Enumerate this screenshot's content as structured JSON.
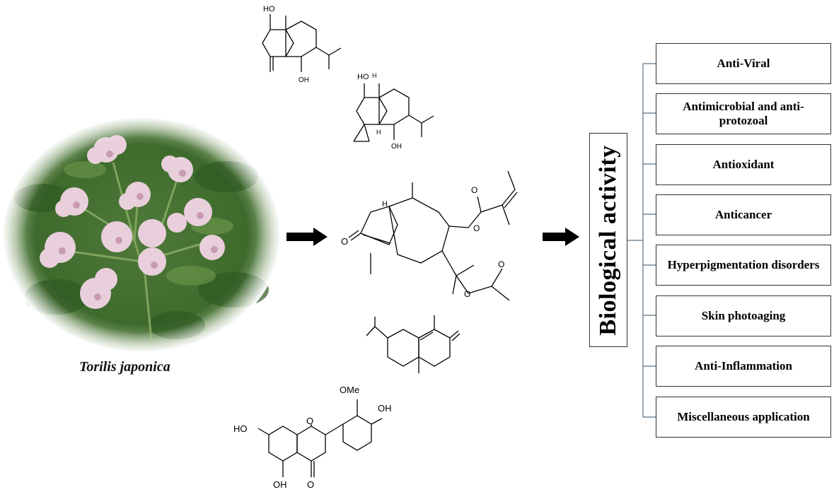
{
  "plant_name": "Torilis japonica",
  "central_label": "Biological activity",
  "activities": [
    "Anti-Viral",
    "Antimicrobial and anti-protozoal",
    "Antioxidant",
    "Anticancer",
    "Hyperpigmentation disorders",
    "Skin photoaging",
    "Anti-Inflammation",
    "Miscellaneous application"
  ],
  "chem_labels": {
    "ho_top": "HO",
    "oh_a": "OH",
    "ho_b": "HO",
    "h_b1": "H",
    "h_b2": "H",
    "oh_b": "OH",
    "h_c": "H",
    "o_ketone": "O",
    "o_ester1": "O",
    "o_ester1_carbonyl": "O",
    "o_ester2": "O",
    "o_ester2_carbonyl": "O",
    "ome": "OMe",
    "oh_flav1": "OH",
    "ho_flav": "HO",
    "o_ring": "O",
    "oh_flav2": "OH",
    "o_flav_carbonyl": "O"
  },
  "colors": {
    "line": "#5a7080",
    "box_border": "#333333"
  }
}
